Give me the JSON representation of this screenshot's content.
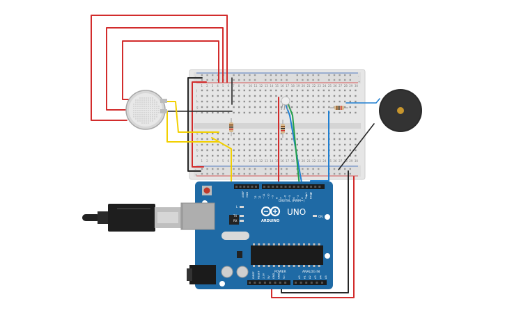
{
  "arduino": {
    "model": "UNO",
    "brand": "ARDUINO",
    "digital_label": "DIGITAL (PWM~)",
    "power_label": "POWER",
    "analog_label": "ANALOG IN",
    "on_label": "ON",
    "l_label": "L",
    "tx_label": "TX",
    "rx_label": "RX",
    "aref": "AREF",
    "gnd": "GND",
    "digital_pins": [
      "13",
      "12",
      "~11",
      "~10",
      "~9",
      "8",
      "7",
      "~6",
      "~5",
      "4",
      "~3",
      "2",
      "TX▶1",
      "RX◀0"
    ],
    "power_pins": [
      "IOREF",
      "RESET",
      "3.3V",
      "5V",
      "GND",
      "GND",
      "Vin"
    ],
    "analog_pins": [
      "A0",
      "A1",
      "A2",
      "A3",
      "A4",
      "A5"
    ]
  },
  "breadboard": {
    "row_letters_top": [
      "j",
      "i",
      "h",
      "g",
      "f"
    ],
    "row_letters_bottom": [
      "e",
      "d",
      "c",
      "b",
      "a"
    ],
    "plus": "+",
    "minus": "-"
  },
  "colors": {
    "wire_red": "#d22c2c",
    "wire_black": "#262626",
    "wire_yellow": "#f2d000",
    "wire_green": "#23a04a",
    "wire_blue": "#1f7fd1",
    "board_blue": "#1f6aa5",
    "breadboard": "#e5e5e5",
    "buzzer": "#2a2a2a"
  }
}
